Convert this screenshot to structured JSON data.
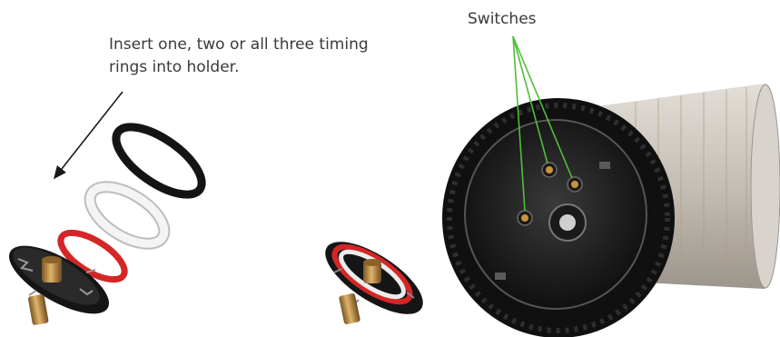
{
  "annotations": {
    "insert_line1": "Insert one, two or all three timing",
    "insert_line2": "rings into holder.",
    "switches": "Switches"
  },
  "colors": {
    "ring_black": "#141414",
    "ring_white": "#f2f2f2",
    "ring_red": "#d42626",
    "brass": "#b8863b",
    "housing_black": "#1c1c1c",
    "canister_silver": "#c9c4bd",
    "switch_leader": "#4fbf3a",
    "arrow": "#1a1a1a"
  },
  "icons": [
    "timing-ring-icon",
    "holder-icon",
    "switch-icon",
    "canister-icon"
  ]
}
